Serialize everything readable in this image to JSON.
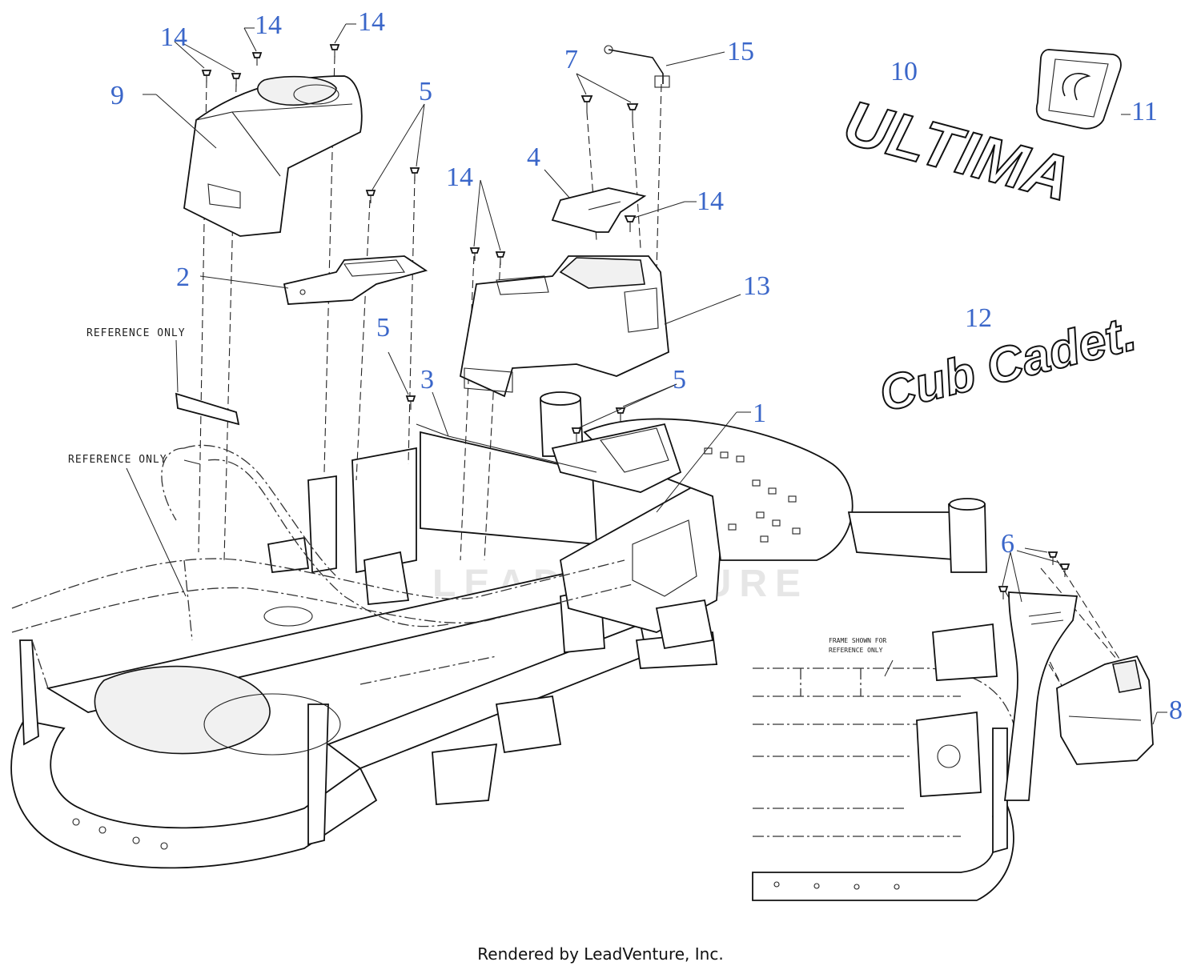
{
  "callouts": [
    {
      "id": "1",
      "label": "1"
    },
    {
      "id": "2",
      "label": "2"
    },
    {
      "id": "3",
      "label": "3"
    },
    {
      "id": "4",
      "label": "4"
    },
    {
      "id": "5a",
      "label": "5"
    },
    {
      "id": "5b",
      "label": "5"
    },
    {
      "id": "5c",
      "label": "5"
    },
    {
      "id": "6",
      "label": "6"
    },
    {
      "id": "7",
      "label": "7"
    },
    {
      "id": "8",
      "label": "8"
    },
    {
      "id": "9",
      "label": "9"
    },
    {
      "id": "10",
      "label": "10"
    },
    {
      "id": "11",
      "label": "11"
    },
    {
      "id": "12",
      "label": "12"
    },
    {
      "id": "13",
      "label": "13"
    },
    {
      "id": "14a",
      "label": "14"
    },
    {
      "id": "14b",
      "label": "14"
    },
    {
      "id": "14c",
      "label": "14"
    },
    {
      "id": "14d",
      "label": "14"
    },
    {
      "id": "14e",
      "label": "14"
    },
    {
      "id": "15",
      "label": "15"
    }
  ],
  "notes": {
    "reference_only_1": "REFERENCE ONLY",
    "reference_only_2": "REFERENCE ONLY",
    "frame_shown_line1": "FRAME SHOWN FOR",
    "frame_shown_line2": "REFERENCE ONLY"
  },
  "emblems": {
    "ultima": "ULTIMA",
    "cub_cadet": "Cub Cadet."
  },
  "watermark": "LEADVENTURE",
  "footer": "Rendered by LeadVenture, Inc.",
  "colors": {
    "callout": "#3a66c9",
    "line": "#111111",
    "background": "#ffffff"
  }
}
